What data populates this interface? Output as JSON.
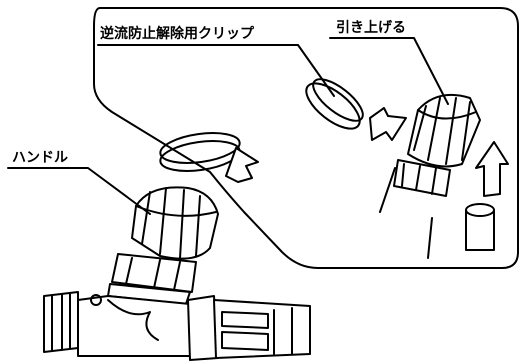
{
  "labels": {
    "clip": "逆流防止解除用クリップ",
    "pull_up": "引き上げる",
    "handle": "ハンドル"
  },
  "colors": {
    "ink": "#000000",
    "paper": "#ffffff"
  }
}
